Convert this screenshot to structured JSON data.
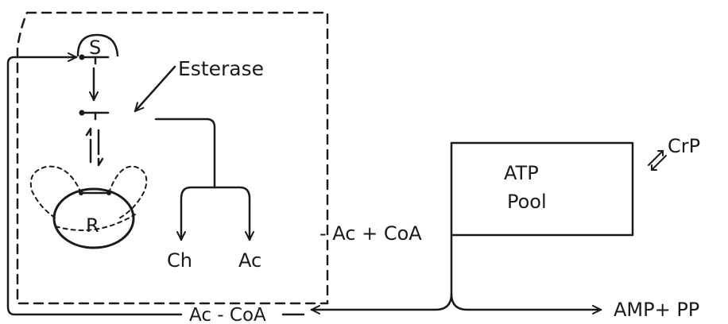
{
  "labels": {
    "substrate": "S",
    "esterase": "Esterase",
    "receptor": "R",
    "choline": "Ch",
    "acetate": "Ac",
    "ac_plus_coa": "- Ac + CoA",
    "atp": "ATP",
    "pool": "Pool",
    "creatine_phosphate": "CrP",
    "ac_coa": "Ac - CoA",
    "amp_pp": "AMP+ PP"
  },
  "colors": {
    "ink": "#1a1a1a",
    "background": "#ffffff"
  }
}
